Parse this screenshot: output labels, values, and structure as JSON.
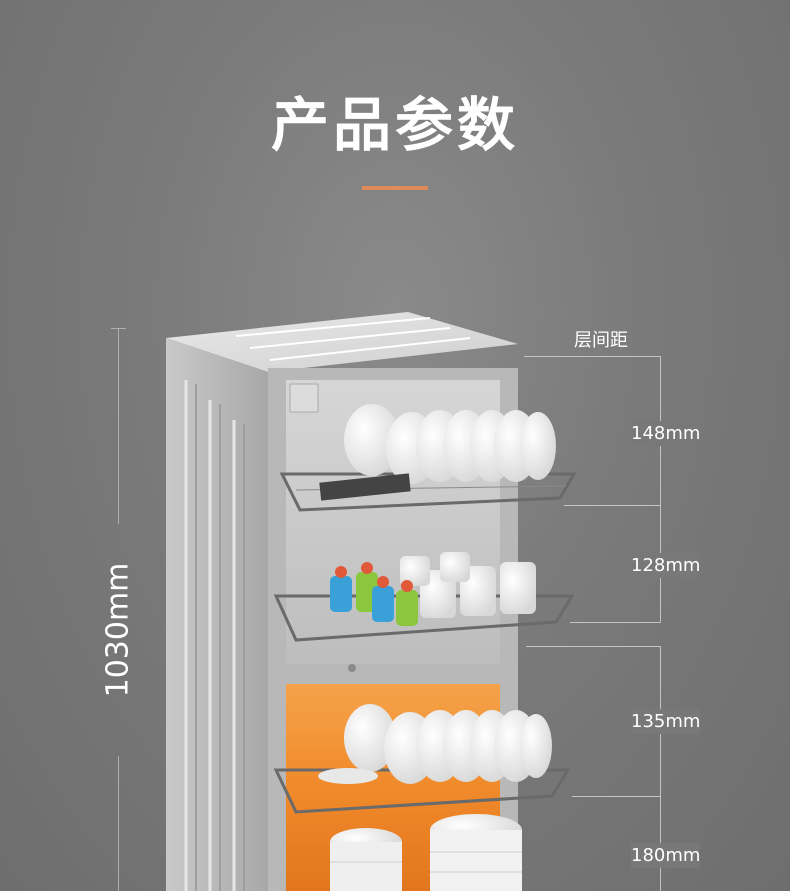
{
  "title": "产品参数",
  "colors": {
    "accent": "#e0895a",
    "background": "#7a7a7a",
    "glow": "#f08a2a"
  },
  "height": {
    "label": "1030mm"
  },
  "spacing": {
    "title": "层间距",
    "levels": [
      {
        "label": "148mm"
      },
      {
        "label": "128mm"
      },
      {
        "label": "135mm"
      },
      {
        "label": "180mm"
      }
    ]
  }
}
